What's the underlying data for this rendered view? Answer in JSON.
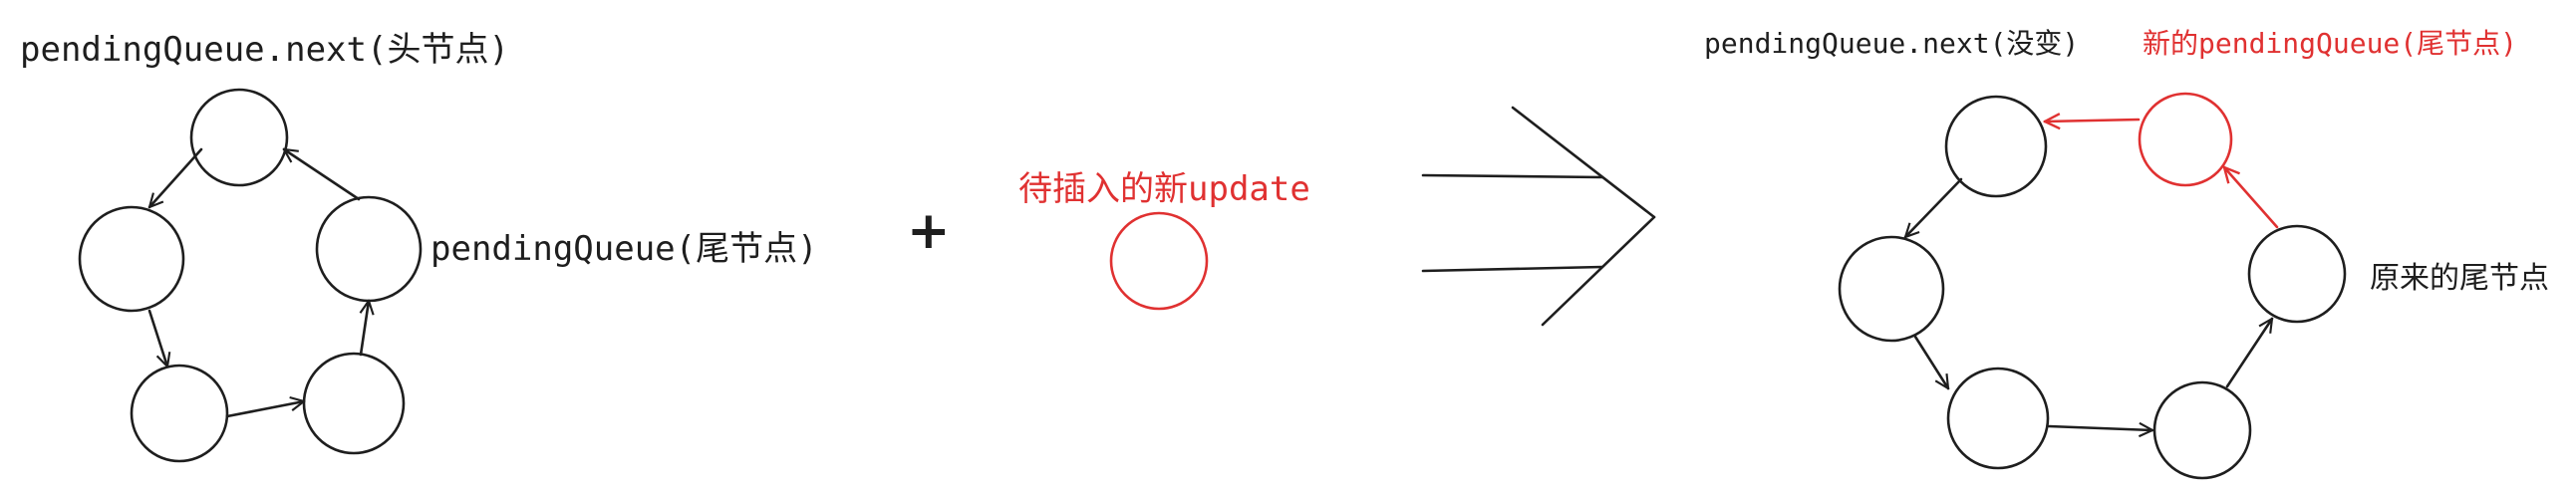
{
  "labels": {
    "left_head": "pendingQueue.next(头节点)",
    "left_tail": "pendingQueue(尾节点)",
    "plus": "+",
    "new_update": "待插入的新update",
    "right_next": "pendingQueue.next(没变)",
    "right_new_tail": "新的pendingQueue(尾节点)",
    "right_old_tail": "原来的尾节点"
  },
  "colors": {
    "stroke": "#1e1e1e",
    "highlight": "#e03131",
    "background": "#ffffff"
  }
}
